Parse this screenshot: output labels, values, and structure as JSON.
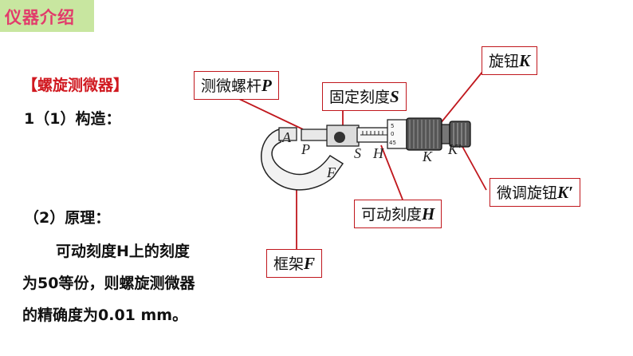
{
  "header": {
    "title": "仪器介绍"
  },
  "section_title": "【螺旋测微器】",
  "structure_label": "1（1）构造：",
  "principle_label": "（2）原理：",
  "principle_line1": "可动刻度H上的刻度",
  "principle_line2": "为50等份，则螺旋测微器",
  "principle_line3": "的精确度为0.01 mm。",
  "callouts": {
    "spindle": {
      "text": "测微螺杆",
      "symbol": "P"
    },
    "fixed_scale": {
      "text": "固定刻度",
      "symbol": "S"
    },
    "knob": {
      "text": "旋钮",
      "symbol": "K"
    },
    "fine_knob": {
      "text": "微调旋钮",
      "symbol": "K′"
    },
    "movable_scale": {
      "text": "可动刻度",
      "symbol": "H"
    },
    "frame": {
      "text": "框架",
      "symbol": "F"
    }
  },
  "diagram_labels": {
    "A": "A",
    "P": "P",
    "S": "S",
    "H": "H",
    "K": "K",
    "K2": "K′",
    "F": "F",
    "tick_5a": "5",
    "tick_0": "0",
    "tick_45": "45"
  },
  "colors": {
    "accent_red": "#c0171d",
    "header_bg": "#c8e6a0",
    "header_text": "#e23b6b"
  }
}
